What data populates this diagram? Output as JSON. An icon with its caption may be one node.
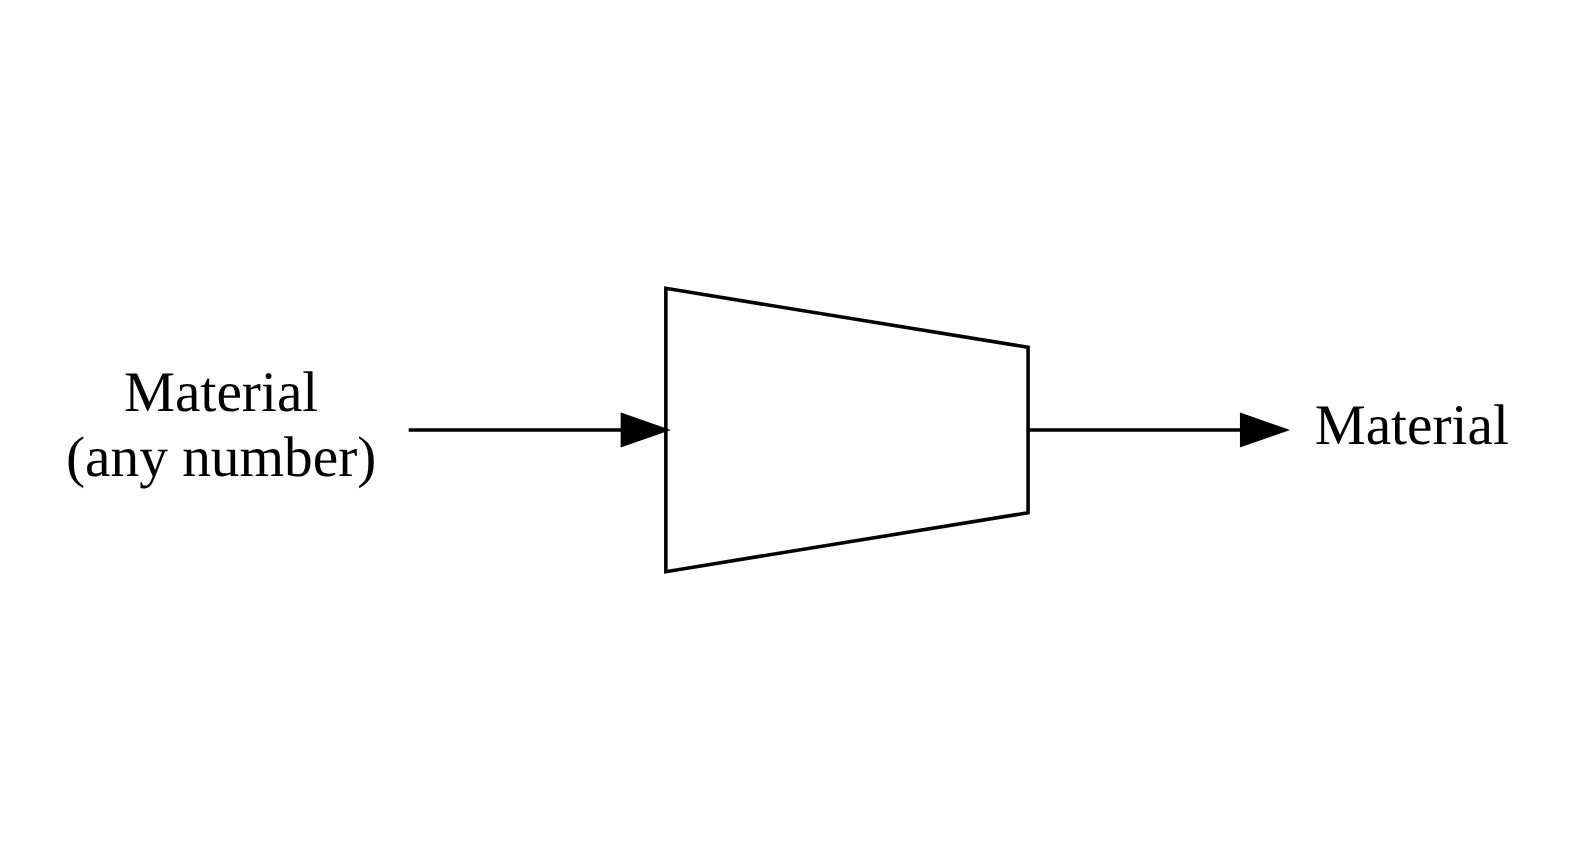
{
  "diagram": {
    "nodes": [
      {
        "text": [
          "Material"
        ],
        "beside": [
          "(any number)"
        ]
      },
      {
        "text": [],
        "shape": "trapezoid"
      },
      {
        "text": [
          "Material"
        ]
      }
    ],
    "edges": [
      {
        "from": 0,
        "to": 1,
        "arrow": "to"
      },
      {
        "from": 1,
        "to": 2,
        "arrow": "to"
      }
    ]
  }
}
